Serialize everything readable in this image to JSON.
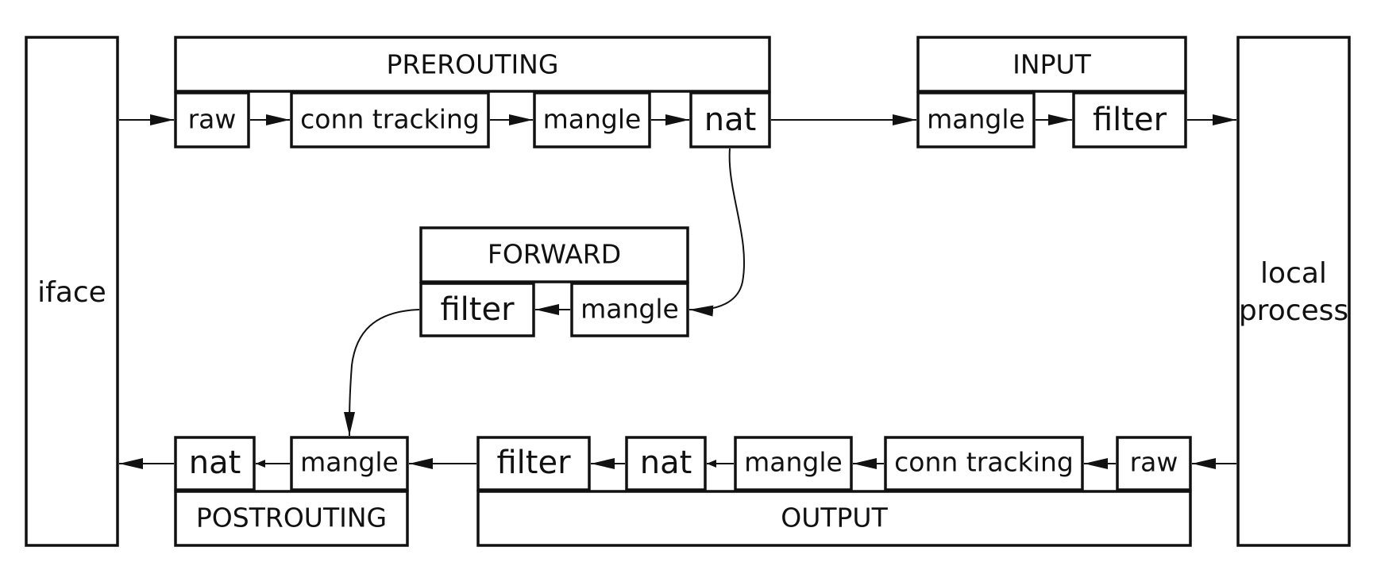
{
  "nodes": {
    "iface": "iface",
    "local_process": [
      "local",
      "process"
    ]
  },
  "prerouting": {
    "title": "PREROUTING",
    "raw": "raw",
    "conn_tracking": "conn tracking",
    "mangle": "mangle",
    "nat": "nat"
  },
  "input": {
    "title": "INPUT",
    "mangle": "mangle",
    "filter": "filter"
  },
  "forward": {
    "title": "FORWARD",
    "filter": "filter",
    "mangle": "mangle"
  },
  "postrouting": {
    "title": "POSTROUTING",
    "nat": "nat",
    "mangle": "mangle"
  },
  "output": {
    "title": "OUTPUT",
    "filter": "filter",
    "nat": "nat",
    "mangle": "mangle",
    "conn_tracking": "conn tracking",
    "raw": "raw"
  }
}
